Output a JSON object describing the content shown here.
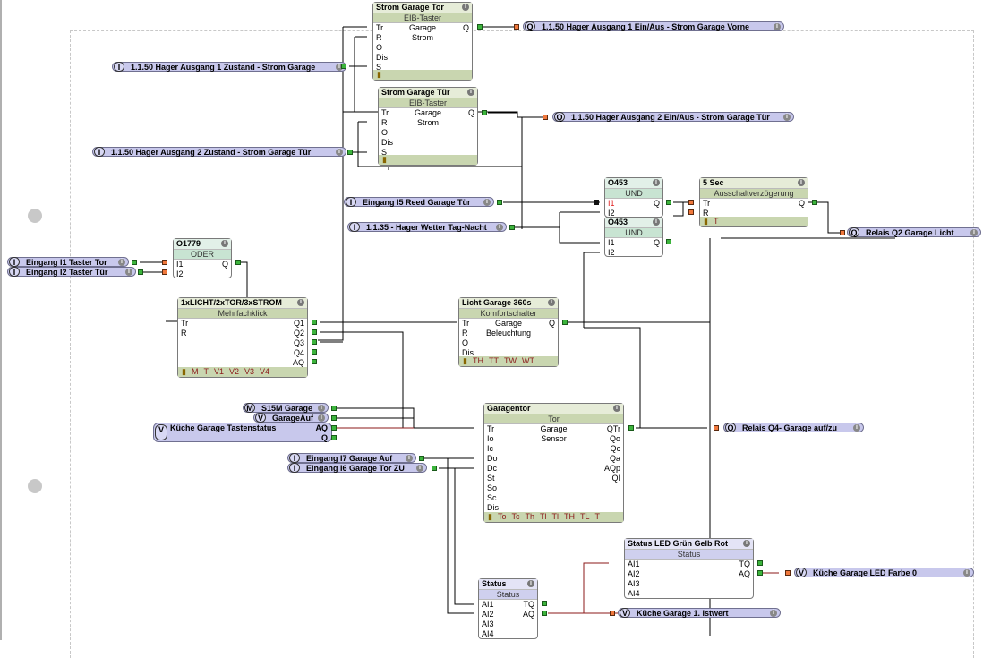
{
  "blocks": {
    "strom_tor": {
      "title": "Strom Garage Tor",
      "type": "EIB-Taster",
      "desc": [
        "Garage",
        "Strom"
      ],
      "inputs": [
        "Tr",
        "R",
        "O",
        "Dis",
        "S"
      ],
      "outputs": [
        "Q"
      ]
    },
    "strom_tuer": {
      "title": "Strom Garage Tür",
      "type": "EIB-Taster",
      "desc": [
        "Garage",
        "Strom"
      ],
      "inputs": [
        "Tr",
        "R",
        "O",
        "Dis",
        "S"
      ],
      "outputs": [
        "Q"
      ]
    },
    "und1": {
      "title": "O453",
      "type": "UND",
      "inputs": [
        "I1",
        "I2"
      ],
      "outputs": [
        "Q"
      ]
    },
    "und2": {
      "title": "O453",
      "type": "UND",
      "inputs": [
        "I1",
        "I2"
      ],
      "outputs": [
        "Q"
      ]
    },
    "delay": {
      "title": "5 Sec",
      "type": "Ausschaltverzögerung",
      "inputs": [
        "Tr",
        "R"
      ],
      "outputs": [
        "Q"
      ],
      "footer": [
        "T"
      ]
    },
    "oder": {
      "title": "O1779",
      "type": "ODER",
      "inputs": [
        "I1",
        "I2"
      ],
      "outputs": [
        "Q"
      ]
    },
    "multi": {
      "title": "1xLICHT/2xTOR/3xSTROM",
      "type": "Mehrfachklick",
      "inputs": [
        "Tr",
        "R"
      ],
      "outputs": [
        "Q1",
        "Q2",
        "Q3",
        "Q4",
        "AQ"
      ],
      "footer": [
        "M",
        "T",
        "V1",
        "V2",
        "V3",
        "V4"
      ]
    },
    "licht": {
      "title": "Licht Garage 360s",
      "type": "Komfortschalter",
      "desc": [
        "Garage",
        "Beleuchtung"
      ],
      "inputs": [
        "Tr",
        "R",
        "O",
        "Dis"
      ],
      "outputs": [
        "Q"
      ],
      "footer": [
        "TH",
        "TT",
        "TW",
        "WT"
      ]
    },
    "tor": {
      "title": "Garagentor",
      "type": "Tor",
      "desc": [
        "Garage",
        "Sensor"
      ],
      "inputs": [
        "Tr",
        "Io",
        "Ic",
        "Do",
        "Dc",
        "St",
        "So",
        "Sc",
        "Dis"
      ],
      "outputs": [
        "QTr",
        "Qo",
        "Qc",
        "Qa",
        "AQp",
        "QI"
      ],
      "footer": [
        "To",
        "Tc",
        "Th",
        "Tl",
        "Tl",
        "TH",
        "TL",
        "T"
      ]
    },
    "led": {
      "title": "Status LED Grün Gelb Rot",
      "type": "Status",
      "inputs": [
        "AI1",
        "AI2",
        "AI3",
        "AI4"
      ],
      "outputs": [
        "TQ",
        "AQ"
      ]
    },
    "status": {
      "title": "Status",
      "type": "Status",
      "inputs": [
        "AI1",
        "AI2",
        "AI3",
        "AI4"
      ],
      "outputs": [
        "TQ",
        "AQ"
      ]
    }
  },
  "io": {
    "q_hager1": {
      "tag": "Q",
      "label": "1.1.50 Hager Ausgang 1 Ein/Aus - Strom Garage Vorne"
    },
    "q_hager2": {
      "tag": "Q",
      "label": "1.1.50 Hager Ausgang 2 Ein/Aus - Strom Garage Tür"
    },
    "i_hager1": {
      "tag": "I",
      "label": "1.1.50 Hager Ausgang 1 Zustand - Strom Garage"
    },
    "i_hager2": {
      "tag": "I",
      "label": "1.1.50 Hager Ausgang 2 Zustand - Strom Garage Tür"
    },
    "i_reed": {
      "tag": "I",
      "label": "Eingang I5 Reed  Garage Tür"
    },
    "i_wetter": {
      "tag": "I",
      "label": "1.1.35 - Hager Wetter Tag-Nacht"
    },
    "q_relais2": {
      "tag": "Q",
      "label": "Relais Q2 Garage Licht"
    },
    "i_taster_tor": {
      "tag": "I",
      "label": "Eingang I1 Taster Tor"
    },
    "i_taster_tuer": {
      "tag": "I",
      "label": "Eingang I2  Taster Tür"
    },
    "m_s15m": {
      "tag": "M",
      "label": "S15M Garage"
    },
    "v_garageauf": {
      "tag": "V",
      "label": "GarageAuf"
    },
    "v_tastenstatus": {
      "tag": "V",
      "label": "Küche Garage Tastenstatus",
      "outputs": [
        "AQ",
        "Q"
      ]
    },
    "i_garage_auf": {
      "tag": "I",
      "label": "Eingang I7 Garage Auf"
    },
    "i_garage_zu": {
      "tag": "I",
      "label": "Eingang I6 Garage Tor ZU"
    },
    "q_relais4": {
      "tag": "Q",
      "label": "Relais Q4- Garage auf/zu"
    },
    "v_led_farbe": {
      "tag": "V",
      "label": "Küche Garage LED Farbe 0"
    },
    "v_istwert": {
      "tag": "V",
      "label": "Küche Garage 1. Istwert"
    }
  },
  "icons": {
    "info": "i",
    "lock": "▮"
  }
}
